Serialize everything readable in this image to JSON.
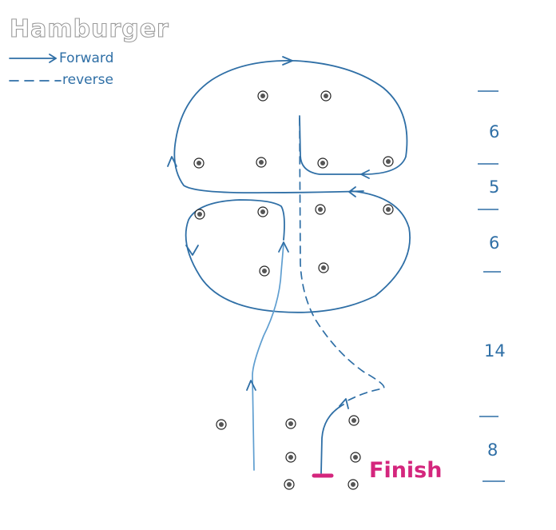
{
  "title": "Hamburger",
  "legend": {
    "forward_label": "Forward",
    "reverse_label": "reverse"
  },
  "scale": {
    "labels": [
      "6",
      "5",
      "6",
      "14",
      "8"
    ]
  },
  "finish_label": "Finish",
  "colors": {
    "path": "#2f6fa6",
    "finish": "#d4267d"
  }
}
